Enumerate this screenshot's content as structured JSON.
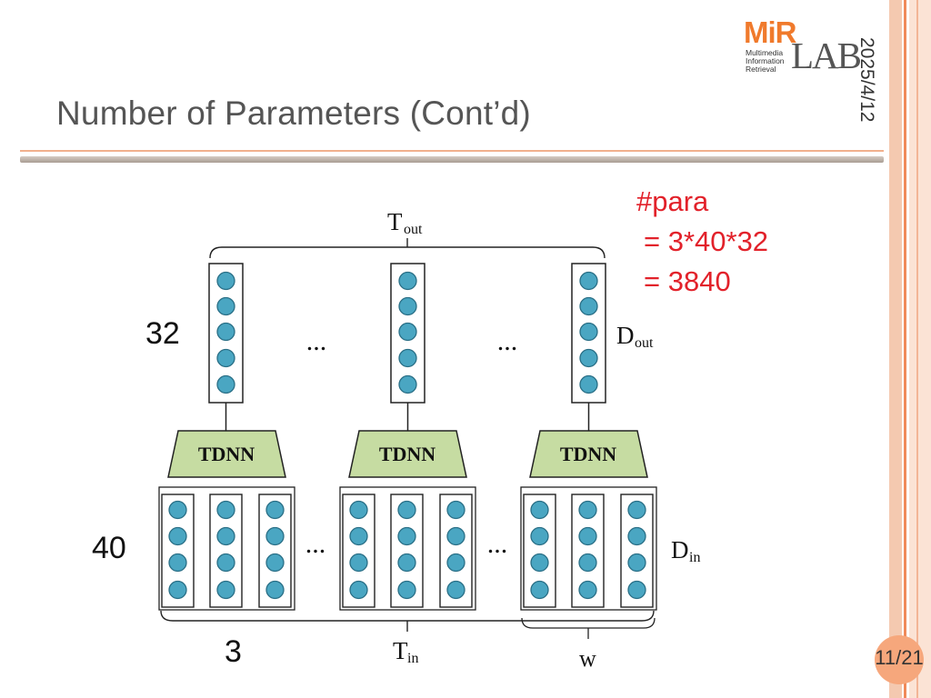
{
  "slide": {
    "title": "Number of Parameters (Cont’d)",
    "date": "2025/4/12",
    "page": "11/21"
  },
  "logo": {
    "mark": "MiR",
    "lab": "LAB",
    "lines": [
      "Multimedia",
      "Information",
      "Retrieval"
    ]
  },
  "formula": {
    "line1": "#para",
    "line2": "= 3*40*32",
    "line3": "= 3840"
  },
  "annotations": {
    "out_dim": "32",
    "in_dim": "40",
    "window": "3"
  },
  "diagram": {
    "tdnn_label": "TDNN",
    "t_out": "T",
    "t_out_sub": "out",
    "d_out": "D",
    "d_out_sub": "out",
    "d_in": "D",
    "d_in_sub": "in",
    "t_in": "T",
    "t_in_sub": "in",
    "w": "w",
    "ellipsis": "...",
    "colors": {
      "node": "#4aa6c2",
      "node_stroke": "#2a6f86",
      "tdnn_fill": "#c6dca2"
    }
  }
}
